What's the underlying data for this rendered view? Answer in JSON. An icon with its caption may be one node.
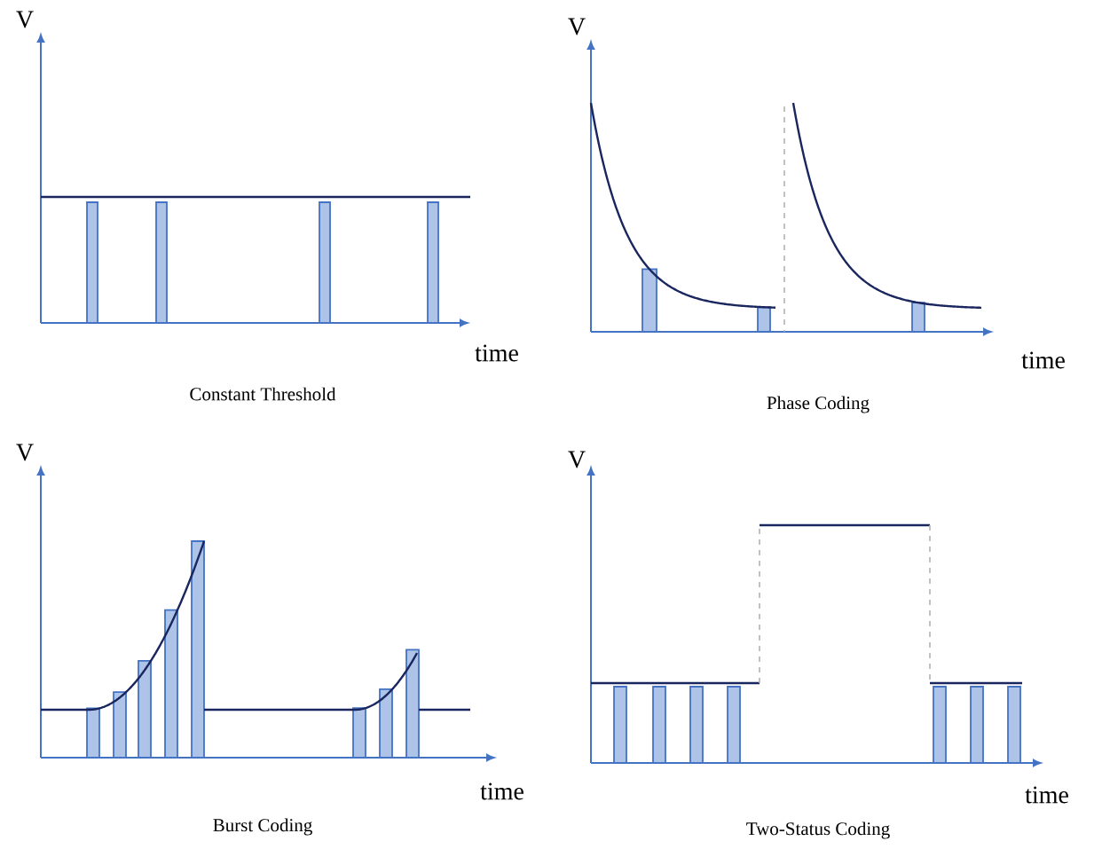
{
  "diagram": {
    "labels": [
      "V",
      "time",
      "Constant Threshold",
      "V",
      "time",
      "Phase Coding",
      "V",
      "time",
      "Burst Coding",
      "V",
      "time",
      "Two-Status Coding"
    ]
  }
}
